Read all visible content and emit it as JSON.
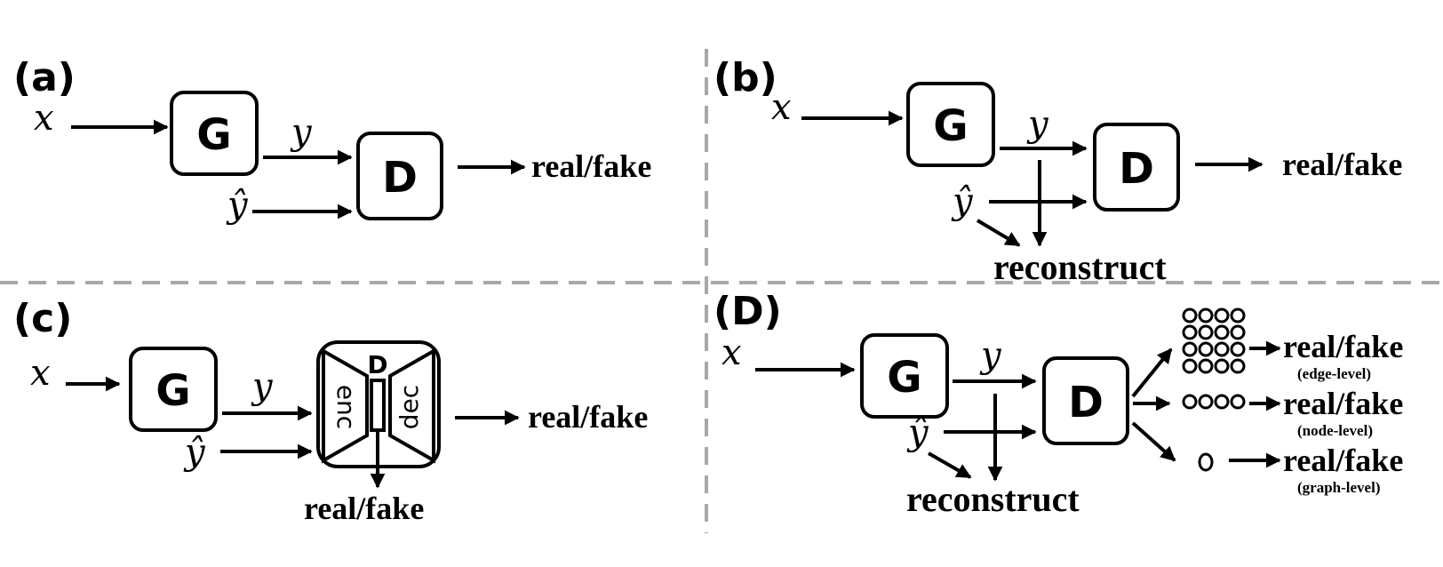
{
  "panels": {
    "a": {
      "label": "(a)",
      "x": "x",
      "y": "y",
      "yhat": "ŷ",
      "G": "G",
      "D": "D",
      "output": "real/fake"
    },
    "b": {
      "label": "(b)",
      "x": "x",
      "y": "y",
      "yhat": "ŷ",
      "G": "G",
      "D": "D",
      "output": "real/fake",
      "reconstruct": "reconstruct"
    },
    "c": {
      "label": "(c)",
      "x": "x",
      "y": "y",
      "yhat": "ŷ",
      "G": "G",
      "D": "D",
      "enc": "enc",
      "dec": "dec",
      "output_right": "real/fake",
      "output_bottom": "real/fake"
    },
    "d": {
      "label": "(D)",
      "x": "x",
      "y": "y",
      "yhat": "ŷ",
      "G": "G",
      "D": "D",
      "reconstruct": "reconstruct",
      "outputs": [
        {
          "text": "real/fake",
          "level": "(edge-level)"
        },
        {
          "text": "real/fake",
          "level": "(node-level)"
        },
        {
          "text": "real/fake",
          "level": "(graph-level)"
        }
      ]
    }
  }
}
